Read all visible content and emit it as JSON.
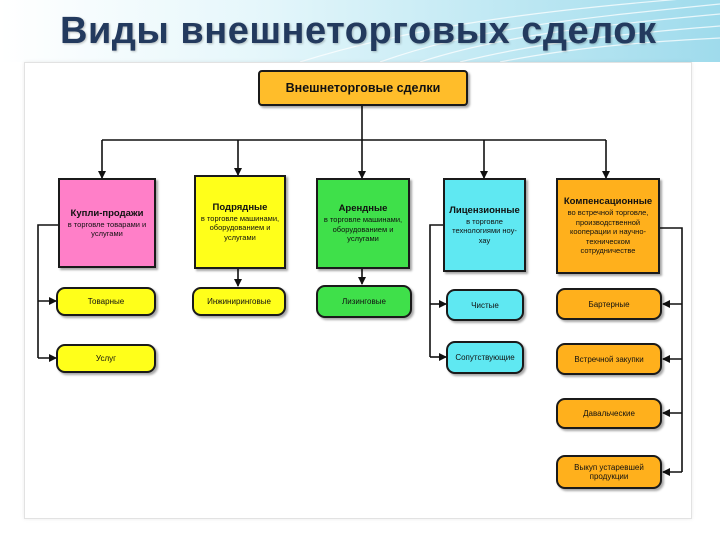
{
  "page": {
    "title": "Виды внешнеторговых сделок"
  },
  "colors": {
    "root": "#ffbd2a",
    "pink": "#ff7fc8",
    "yellow": "#ffff1a",
    "green": "#3fe04a",
    "cyan": "#5fe8f2",
    "orange": "#ffb01c"
  },
  "diagram": {
    "root": {
      "title": "Внешнеторговые сделки"
    },
    "categories": [
      {
        "title": "Купли-продажи",
        "description": "в торговле товарами и услугами",
        "subtypes": [
          "Товарные",
          "Услуг"
        ]
      },
      {
        "title": "Подрядные",
        "description": "в торговле машинами, оборудованием и услугами",
        "subtypes": [
          "Инжиниринговые"
        ]
      },
      {
        "title": "Арендные",
        "description": "в торговле машинами, оборудованием и услугами",
        "subtypes": [
          "Лизинговые"
        ]
      },
      {
        "title": "Лицензионные",
        "description": "в торговле технологиями ноу-хау",
        "subtypes": [
          "Чистые",
          "Сопутствующие"
        ]
      },
      {
        "title": "Компенсационные",
        "description": "во встречной торговле, производственной кооперации и научно-техническом сотрудничестве",
        "subtypes": [
          "Бартерные",
          "Встречной закупки",
          "Давальческие",
          "Выкуп устаревшей продукции"
        ]
      }
    ]
  }
}
